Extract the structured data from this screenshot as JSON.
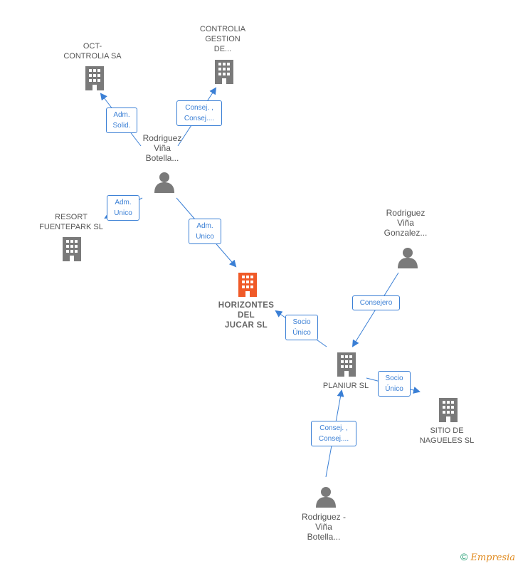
{
  "colors": {
    "edge": "#3a7fd5",
    "company": "#7a7a7a",
    "company_main": "#f05a28",
    "person": "#7a7a7a"
  },
  "nodes": {
    "oct_controlia": {
      "label": "OCT-\nCONTROLIA SA",
      "type": "company",
      "icon": "building-icon"
    },
    "controlia_gestion": {
      "label": "CONTROLIA\nGESTION\nDE...",
      "type": "company",
      "icon": "building-icon"
    },
    "rodriguez_botella_1": {
      "label": "Rodriguez\nViña\nBotella...",
      "type": "person",
      "icon": "person-icon"
    },
    "resort_fuentepark": {
      "label": "RESORT\nFUENTEPARK SL",
      "type": "company",
      "icon": "building-icon"
    },
    "horizontes": {
      "label": "HORIZONTES\nDEL\nJUCAR  SL",
      "type": "company-main",
      "icon": "building-icon"
    },
    "rodriguez_gonzalez": {
      "label": "Rodriguez\nViña\nGonzalez...",
      "type": "person",
      "icon": "person-icon"
    },
    "planiur": {
      "label": "PLANIUR SL",
      "type": "company",
      "icon": "building-icon"
    },
    "sitio_nagueles": {
      "label": "SITIO DE\nNAGUELES SL",
      "type": "company",
      "icon": "building-icon"
    },
    "rodriguez_botella_2": {
      "label": "Rodriguez -\nViña\nBotella...",
      "type": "person",
      "icon": "person-icon"
    }
  },
  "edges": {
    "adm_solid": "Adm.\nSolid.",
    "consej_controlia": "Consej. ,\nConsej....",
    "adm_unico_resort": "Adm.\nUnico",
    "adm_unico_horizontes": "Adm.\nUnico",
    "consejero": "Consejero",
    "socio_unico_horizontes": "Socio\nÚnico",
    "socio_unico_sitio": "Socio\nÚnico",
    "consej_planiur": "Consej. ,\nConsej...."
  },
  "brand": {
    "symbol": "©",
    "name": "Empresia"
  }
}
